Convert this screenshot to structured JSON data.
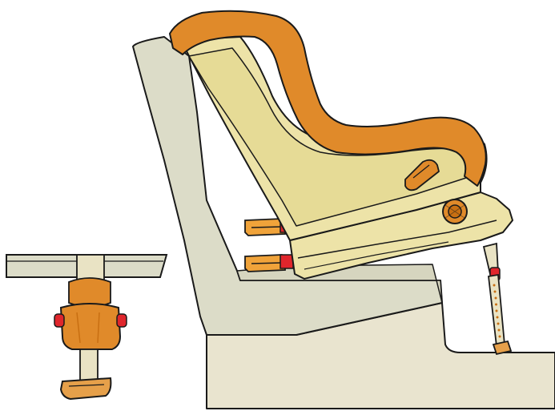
{
  "figure": {
    "background": "#ffffff",
    "colors": {
      "outline": "#1a1a1a",
      "vehicle_seat": "#dcdcc8",
      "vehicle_base": "#e9e4cf",
      "child_seat_shell": "#ede3a8",
      "child_seat_inner": "#e6db96",
      "padding": "#e08a2a",
      "padding_dark": "#c86f12",
      "isofix_connector": "#f0a33a",
      "red_button": "#e0262c",
      "support_leg_metal": "#e9e3c4",
      "support_leg_foot": "#e6a04a"
    },
    "parts": [
      "vehicle-seat-backrest",
      "vehicle-seat-cushion",
      "vehicle-floor",
      "child-seat-shell",
      "headrest-padding",
      "recline-handle",
      "adjustment-knob",
      "isofix-connectors",
      "support-leg",
      "support-leg-detail"
    ]
  }
}
